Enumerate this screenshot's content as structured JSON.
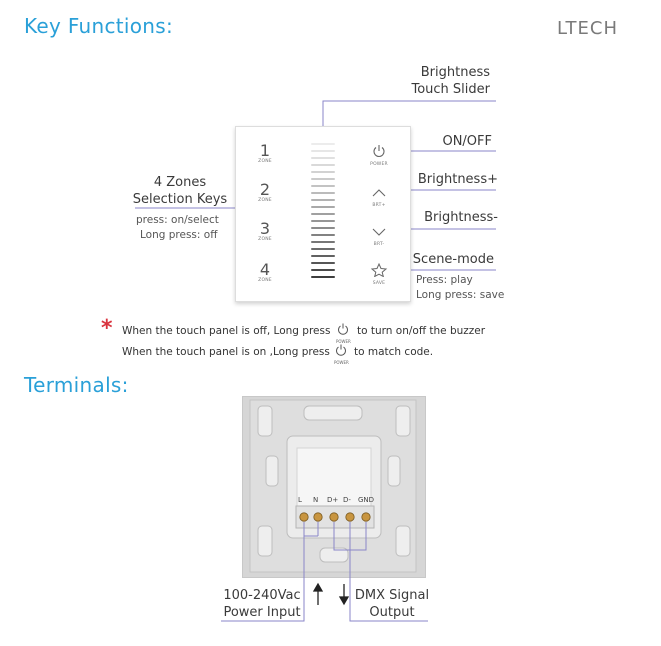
{
  "headings": {
    "key_functions": "Key Functions:",
    "terminals": "Terminals:"
  },
  "brand": {
    "logo": "LTECH"
  },
  "labels": {
    "slider_line1": "Brightness",
    "slider_line2": "Touch Slider",
    "onoff": "ON/OFF",
    "bright_plus": "Brightness+",
    "bright_minus": "Brightness-",
    "scene_mode": "Scene-mode",
    "scene_press": "Press: play",
    "scene_long": "Long press: save",
    "zones_line1": "4 Zones",
    "zones_line2": "Selection Keys",
    "zones_press": "press: on/select",
    "zones_long": "Long press: off"
  },
  "panel": {
    "keys": [
      {
        "num": "1",
        "sub": "ZONE"
      },
      {
        "num": "2",
        "sub": "ZONE"
      },
      {
        "num": "3",
        "sub": "ZONE"
      },
      {
        "num": "4",
        "sub": "ZONE"
      }
    ],
    "right_keys": [
      {
        "icon": "power-icon",
        "sub": "POWER"
      },
      {
        "icon": "chevron-up-icon",
        "sub": "BRT+"
      },
      {
        "icon": "chevron-down-icon",
        "sub": "BRT-"
      },
      {
        "icon": "star-icon",
        "sub": "SAVE"
      }
    ]
  },
  "notes": {
    "asterisk": "*",
    "line1_a": "When the touch panel is off, Long press",
    "line1_b": "to turn on/off the buzzer",
    "line2_a": "When the touch panel is on ,Long press",
    "line2_b": "to match code.",
    "power_sub": "POWER"
  },
  "terminal": {
    "pins": [
      "L",
      "N",
      "D+",
      "D-",
      "GND"
    ],
    "power_line1": "100-240Vac",
    "power_line2": "Power Input",
    "dmx_line1": "DMX Signal",
    "dmx_line2": "Output"
  },
  "colors": {
    "accent": "#2aa0d8",
    "line": "#8a86c8",
    "asterisk": "#d9343f"
  }
}
